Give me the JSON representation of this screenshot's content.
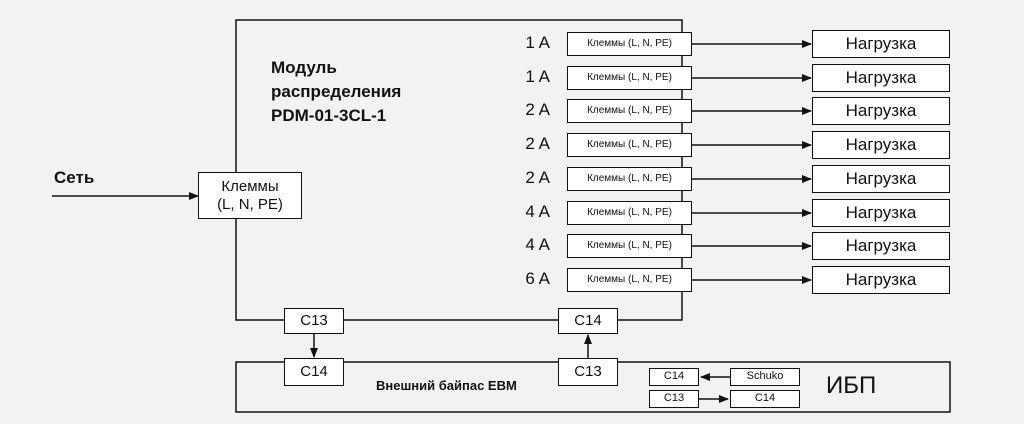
{
  "network_label": "Сеть",
  "module": {
    "title_line1": "Модуль",
    "title_line2": "распределения",
    "title_line3": "PDM-01-3CL-1"
  },
  "input_terminals": {
    "line1": "Клеммы",
    "line2": "(L, N, PE)"
  },
  "outputs": [
    {
      "current": "1 A",
      "terminal": "Клеммы (L, N, PE)",
      "load": "Нагрузка"
    },
    {
      "current": "1 A",
      "terminal": "Клеммы (L, N, PE)",
      "load": "Нагрузка"
    },
    {
      "current": "2 A",
      "terminal": "Клеммы (L, N, PE)",
      "load": "Нагрузка"
    },
    {
      "current": "2 A",
      "terminal": "Клеммы (L, N, PE)",
      "load": "Нагрузка"
    },
    {
      "current": "2 A",
      "terminal": "Клеммы (L, N, PE)",
      "load": "Нагрузка"
    },
    {
      "current": "4 A",
      "terminal": "Клеммы (L, N, PE)",
      "load": "Нагрузка"
    },
    {
      "current": "4 A",
      "terminal": "Клеммы (L, N, PE)",
      "load": "Нагрузка"
    },
    {
      "current": "6 A",
      "terminal": "Клеммы (L, N, PE)",
      "load": "Нагрузка"
    }
  ],
  "module_connectors": {
    "left": "C13",
    "right": "C14"
  },
  "bypass": {
    "label": "Внешний байпас EBM",
    "connector_left": "C14",
    "connector_mid": "C13",
    "connector_ups_top": "C14",
    "connector_ups_bottom": "C13"
  },
  "ups": {
    "label": "ИБП",
    "connector_top": "Schuko",
    "connector_bottom": "C14"
  }
}
